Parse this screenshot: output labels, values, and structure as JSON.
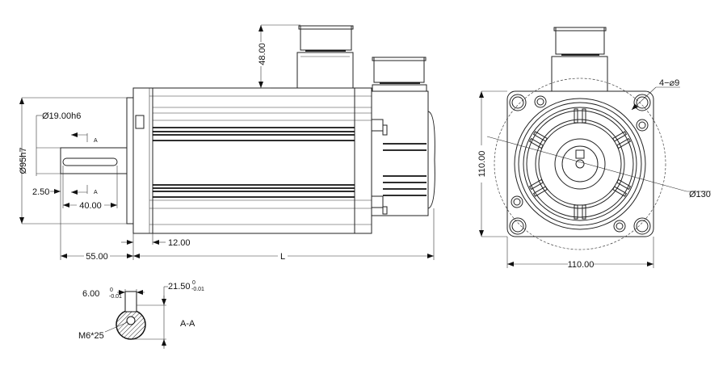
{
  "side_view": {
    "dim_pilot_diameter": "Ø95h7",
    "dim_shaft_diameter": "Ø19.00h6",
    "dim_key_depth": "2.50",
    "dim_key_length": "40.00",
    "dim_shaft_length": "55.00",
    "dim_flange_thickness": "12.00",
    "dim_total_length": "L",
    "dim_connector_height": "48.00",
    "section_mark": "A"
  },
  "front_view": {
    "dim_height": "110.00",
    "dim_width": "110.00",
    "dim_bolt_circle": "Ø130",
    "dim_holes": "4−⌀9"
  },
  "section_view": {
    "title": "A-A",
    "key_width": "6.00",
    "key_width_tol_upper": "0",
    "key_width_tol_lower": "-0.01",
    "key_height": "21.50",
    "key_height_tol_upper": "0",
    "key_height_tol_lower": "-0.01",
    "thread": "M6*25"
  }
}
